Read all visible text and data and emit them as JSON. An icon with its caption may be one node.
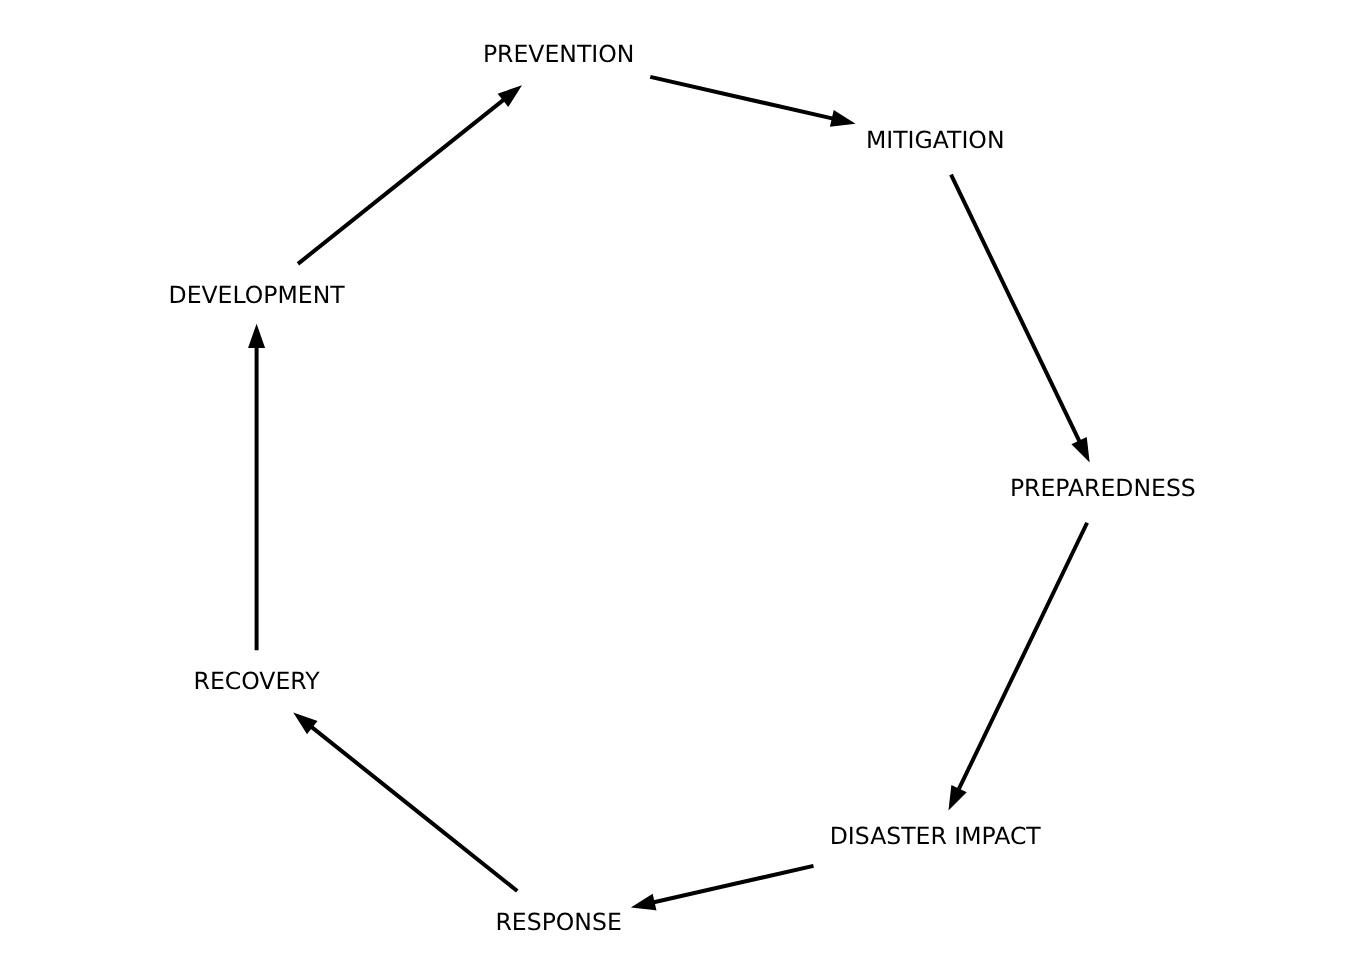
{
  "diagram": {
    "nodes": [
      {
        "text": [
          "DISASTER IMPACT"
        ]
      },
      {
        "text": [
          "RESPONSE"
        ]
      },
      {
        "text": [
          "RECOVERY"
        ]
      },
      {
        "text": [
          "DEVELOPMENT"
        ]
      },
      {
        "text": [
          "PREVENTION"
        ]
      },
      {
        "text": [
          "MITIGATION"
        ]
      },
      {
        "text": [
          "PREPAREDNESS"
        ]
      }
    ],
    "edges": [
      {
        "from": 0,
        "to": 1,
        "arrow": "to"
      },
      {
        "from": 1,
        "to": 2,
        "arrow": "to"
      },
      {
        "from": 2,
        "to": 3,
        "arrow": "to"
      },
      {
        "from": 3,
        "to": 4,
        "arrow": "to"
      },
      {
        "from": 4,
        "to": 5,
        "arrow": "to"
      },
      {
        "from": 5,
        "to": 6,
        "arrow": "to"
      },
      {
        "from": 6,
        "to": 0,
        "arrow": "to"
      }
    ]
  }
}
